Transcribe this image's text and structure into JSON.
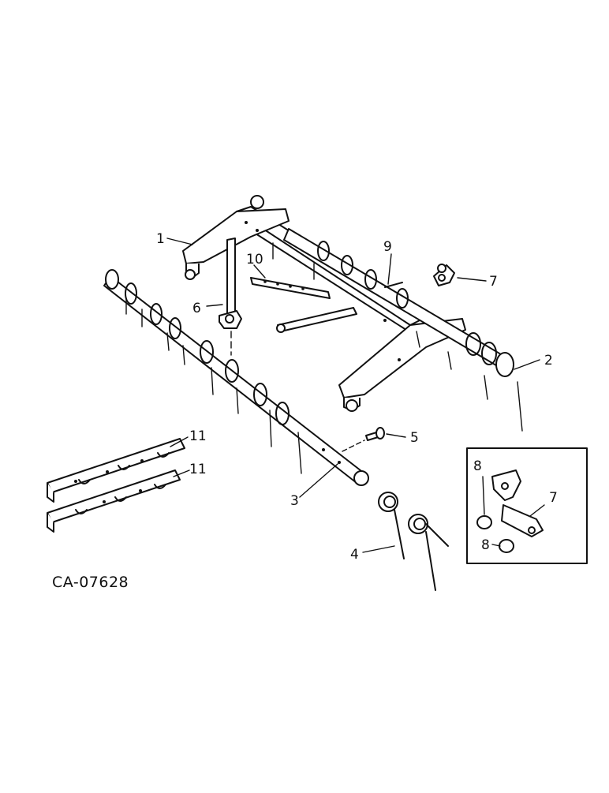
{
  "figure_code": "CA-07628",
  "callouts": {
    "c1": "1",
    "c2": "2",
    "c3": "3",
    "c4": "4",
    "c5": "5",
    "c6": "6",
    "c7": "7",
    "c8": "8",
    "c9": "9",
    "c10": "10",
    "c11": "11"
  },
  "inset_labels": {
    "i7": "7",
    "i8a": "8",
    "i8b": "8"
  },
  "icons": {
    "frame": "harrow-frame-icon",
    "bar": "tine-bar-icon",
    "clip": "clip-icon"
  }
}
